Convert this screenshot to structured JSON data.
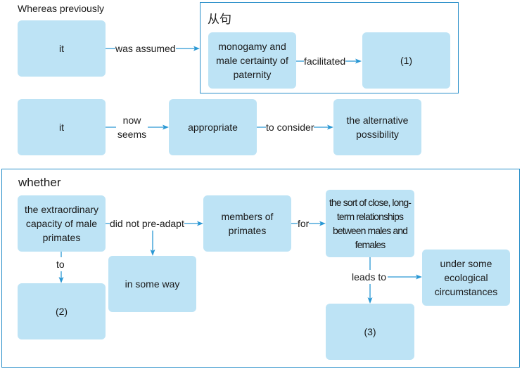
{
  "top_section": {
    "title": "Whereas previously",
    "subject": "it",
    "verb": "was assumed",
    "clause": {
      "title": "从句",
      "subject": "monogamy and male certainty of paternity",
      "verb": "facilitated",
      "object": "(1)"
    }
  },
  "middle_section": {
    "subject": "it",
    "verb": "now seems",
    "complement": "appropriate",
    "infinitive": "to consider",
    "object": "the alternative possibility"
  },
  "whether_section": {
    "title": "whether",
    "subject": "the extraordinary capacity of male primates",
    "to_label": "to",
    "blank_2": "(2)",
    "verb": "did not pre-adapt",
    "manner": "in some way",
    "object": "members of primates",
    "for_label": "for",
    "purpose": "the sort of close, long-term relationships between males and females",
    "leads_to_label": "leads to",
    "condition": "under some ecological circumstances",
    "blank_3": "(3)"
  },
  "colors": {
    "box_fill": "#bde3f5",
    "frame_border": "#2a8fc9",
    "connector": "#2a98d4"
  }
}
